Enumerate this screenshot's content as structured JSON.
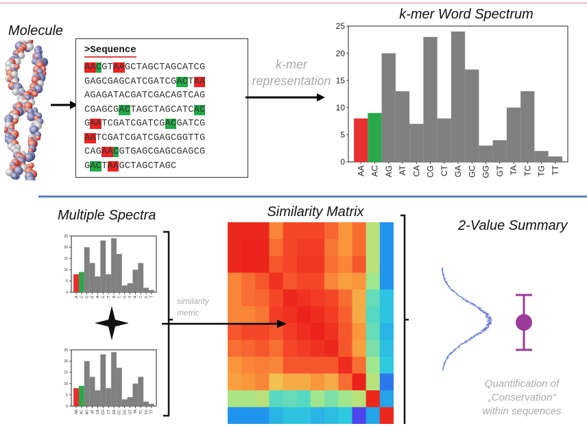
{
  "molecule": {
    "title": "Molecule"
  },
  "sequence": {
    "header": ">Sequence",
    "lines": [
      [
        [
          "AA",
          "r"
        ],
        [
          "C",
          "g"
        ],
        [
          "GT",
          ""
        ],
        [
          "AA",
          "r"
        ],
        [
          "GCTAGCTAGCATCG",
          ""
        ]
      ],
      [
        [
          "GAGCGAGCATCGATCG",
          ""
        ],
        [
          "AC",
          "g"
        ],
        [
          "T",
          ""
        ],
        [
          "AA",
          "r"
        ]
      ],
      [
        [
          "AGAGATACGATCGACAGTCAG",
          ""
        ]
      ],
      [
        [
          "CGAGCG",
          ""
        ],
        [
          "AC",
          "g"
        ],
        [
          "TAGCTAGCATC",
          ""
        ],
        [
          "AC",
          "g"
        ]
      ],
      [
        [
          "G",
          ""
        ],
        [
          "AA",
          "r"
        ],
        [
          "TCGATCGATCG",
          ""
        ],
        [
          "AC",
          "g"
        ],
        [
          "GATCG",
          ""
        ]
      ],
      [
        [
          "AA",
          "r"
        ],
        [
          "TCGATCGATCGAGCGGTTG",
          ""
        ]
      ],
      [
        [
          "CAG",
          ""
        ],
        [
          "AA",
          "r"
        ],
        [
          "C",
          "g"
        ],
        [
          "GTGAGCGAGCGAGCG",
          ""
        ]
      ],
      [
        [
          "G",
          ""
        ],
        [
          "AC",
          "g"
        ],
        [
          "T",
          ""
        ],
        [
          "AA",
          "r"
        ],
        [
          "GCTAGCTAGC",
          ""
        ]
      ]
    ]
  },
  "kmer_label": {
    "line1": "k-mer",
    "line2": "representation"
  },
  "spectrum_title": "k-mer Word Spectrum",
  "chart_data": {
    "type": "bar",
    "title": "k-mer Word Spectrum",
    "categories": [
      "AA",
      "AC",
      "AG",
      "AT",
      "CA",
      "CG",
      "CT",
      "GA",
      "GC",
      "GG",
      "GT",
      "TA",
      "TC",
      "TG",
      "TT"
    ],
    "values": [
      8,
      9,
      20,
      13,
      7,
      23,
      8,
      24,
      17,
      3,
      4,
      10,
      13,
      2,
      1
    ],
    "colors": [
      "#e83030",
      "#2aa84a",
      "#808080",
      "#808080",
      "#808080",
      "#808080",
      "#808080",
      "#808080",
      "#808080",
      "#808080",
      "#808080",
      "#808080",
      "#808080",
      "#808080",
      "#808080"
    ],
    "ylim": [
      0,
      25
    ],
    "yticks": [
      0,
      5,
      10,
      15,
      20,
      25
    ]
  },
  "multiple_spectra": {
    "title": "Multiple Spectra"
  },
  "similarity_label": {
    "line1": "similarity",
    "line2": "metric"
  },
  "similarity_matrix": {
    "title": "Similarity Matrix",
    "grid": [
      [
        0.96,
        0.96,
        0.96,
        0.82,
        0.9,
        0.9,
        0.9,
        0.86,
        0.8,
        0.85,
        0.55,
        0.15
      ],
      [
        0.96,
        0.97,
        0.97,
        0.85,
        0.9,
        0.92,
        0.92,
        0.84,
        0.8,
        0.85,
        0.55,
        0.15
      ],
      [
        0.96,
        0.97,
        0.97,
        0.88,
        0.9,
        0.93,
        0.93,
        0.85,
        0.82,
        0.88,
        0.55,
        0.15
      ],
      [
        0.82,
        0.85,
        0.88,
        0.94,
        0.88,
        0.9,
        0.9,
        0.82,
        0.78,
        0.8,
        0.5,
        0.15
      ],
      [
        0.82,
        0.85,
        0.86,
        0.9,
        0.96,
        0.94,
        0.92,
        0.9,
        0.85,
        0.75,
        0.42,
        0.3
      ],
      [
        0.82,
        0.82,
        0.84,
        0.92,
        0.94,
        0.97,
        0.95,
        0.92,
        0.87,
        0.75,
        0.4,
        0.3
      ],
      [
        0.88,
        0.9,
        0.9,
        0.88,
        0.92,
        0.95,
        0.97,
        0.94,
        0.88,
        0.8,
        0.42,
        0.25
      ],
      [
        0.85,
        0.86,
        0.88,
        0.85,
        0.9,
        0.92,
        0.94,
        0.96,
        0.88,
        0.78,
        0.45,
        0.28
      ],
      [
        0.8,
        0.82,
        0.83,
        0.82,
        0.88,
        0.88,
        0.88,
        0.88,
        0.95,
        0.85,
        0.5,
        0.32
      ],
      [
        0.78,
        0.8,
        0.82,
        0.7,
        0.75,
        0.75,
        0.8,
        0.75,
        0.85,
        0.97,
        0.55,
        0.1
      ],
      [
        0.52,
        0.52,
        0.55,
        0.4,
        0.42,
        0.4,
        0.5,
        0.45,
        0.5,
        0.55,
        0.96,
        0.2
      ],
      [
        0.15,
        0.15,
        0.15,
        0.25,
        0.3,
        0.3,
        0.25,
        0.28,
        0.32,
        0.05,
        0.2,
        0.96
      ]
    ]
  },
  "summary": {
    "title": "2-Value Summary",
    "caption_line1": "Quantification of",
    "caption_line2": "„Conservation“",
    "caption_line3": "within sequences",
    "accent": "#9b3a9b"
  }
}
